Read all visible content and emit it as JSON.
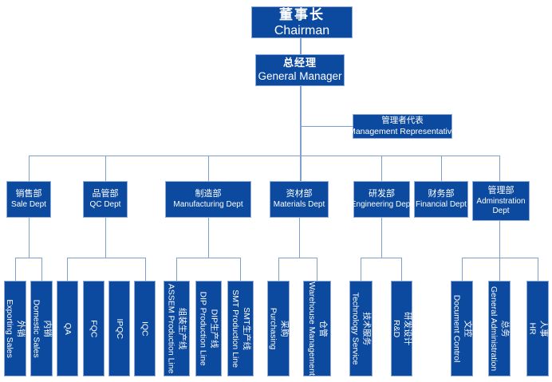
{
  "colors": {
    "box_fill": "#0c4aa0",
    "box_border": "#8fabd6",
    "connector_line": "#7f9fce",
    "text": "#ffffff",
    "background": "#ffffff"
  },
  "executives": {
    "chairman": {
      "zh": "董事长",
      "en": "Chairman"
    },
    "general_manager": {
      "zh": "总经理",
      "en": "General Manager"
    },
    "management_representative": {
      "zh": "管理者代表",
      "en": "Management Representative"
    }
  },
  "departments": [
    {
      "zh": "销售部",
      "en": "Sale Dept"
    },
    {
      "zh": "品管部",
      "en": "QC Dept"
    },
    {
      "zh": "制造部",
      "en": "Manufacturing Dept"
    },
    {
      "zh": "资材部",
      "en": "Materials Dept"
    },
    {
      "zh": "研发部",
      "en": "Engineering Dept"
    },
    {
      "zh": "财务部",
      "en": "Financial Dept"
    },
    {
      "zh": "管理部",
      "en": "Adminstration Dept"
    }
  ],
  "units": [
    {
      "zh": "外销",
      "en": "Exporting Sales",
      "parent": "Sale Dept"
    },
    {
      "zh": "内销",
      "en": "Domestic Sales",
      "parent": "Sale Dept"
    },
    {
      "zh": "",
      "en": "QA",
      "parent": "QC Dept"
    },
    {
      "zh": "",
      "en": "FQC",
      "parent": "QC Dept"
    },
    {
      "zh": "",
      "en": "IPQC",
      "parent": "QC Dept"
    },
    {
      "zh": "",
      "en": "IQC",
      "parent": "QC Dept"
    },
    {
      "zh": "组装生产线",
      "en": "ASSEM Production Line",
      "parent": "Manufacturing Dept"
    },
    {
      "zh": "DIP生产线",
      "en": "DIP Production Line",
      "parent": "Manufacturing Dept"
    },
    {
      "zh": "SMT生产线",
      "en": "SMT Production Line",
      "parent": "Manufacturing Dept"
    },
    {
      "zh": "采购",
      "en": "Purchasing",
      "parent": "Materials Dept"
    },
    {
      "zh": "仓管",
      "en": "Warehouse Management",
      "parent": "Materials Dept"
    },
    {
      "zh": "技术服务",
      "en": "Technology Service",
      "parent": "Engineering Dept"
    },
    {
      "zh": "研发设计",
      "en": "R&D",
      "parent": "Engineering Dept"
    },
    {
      "zh": "文控",
      "en": "Document Control",
      "parent": "Adminstration Dept"
    },
    {
      "zh": "总务",
      "en": "General Administration",
      "parent": "Adminstration Dept"
    },
    {
      "zh": "人事",
      "en": "HR",
      "parent": "Adminstration Dept"
    }
  ],
  "hierarchy": {
    "Chairman": [
      "General Manager"
    ],
    "General Manager": [
      "Management Representative",
      "Sale Dept",
      "QC Dept",
      "Manufacturing Dept",
      "Materials Dept",
      "Engineering Dept",
      "Financial Dept",
      "Adminstration Dept"
    ],
    "Sale Dept": [
      "Exporting Sales",
      "Domestic Sales"
    ],
    "QC Dept": [
      "QA",
      "FQC",
      "IPQC",
      "IQC"
    ],
    "Manufacturing Dept": [
      "ASSEM Production Line",
      "DIP Production Line",
      "SMT Production Line"
    ],
    "Materials Dept": [
      "Purchasing",
      "Warehouse Management"
    ],
    "Engineering Dept": [
      "Technology Service",
      "R&D"
    ],
    "Financial Dept": [],
    "Adminstration Dept": [
      "Document Control",
      "General Administration",
      "HR"
    ]
  }
}
